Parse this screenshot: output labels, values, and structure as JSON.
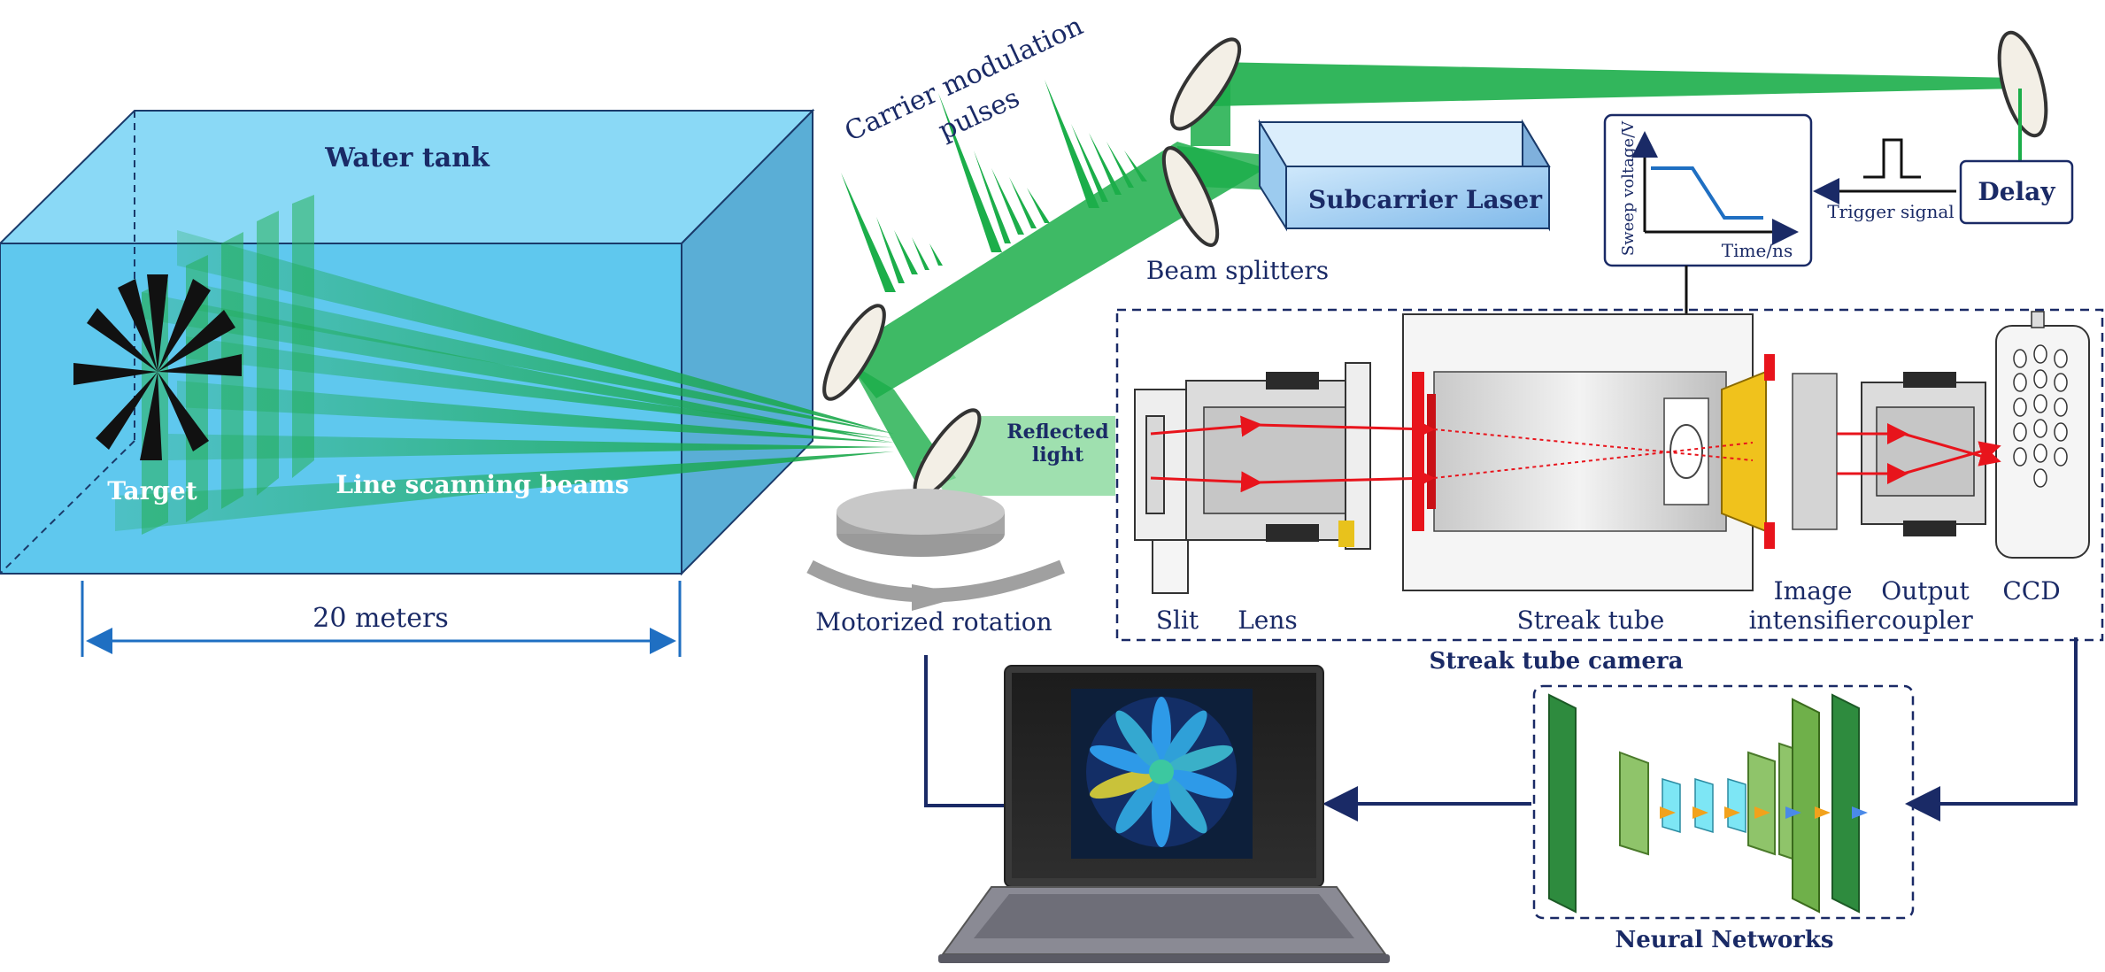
{
  "labels": {
    "water_tank": "Water tank",
    "target": "Target",
    "line_scanning_beams": "Line scanning beams",
    "distance": "20 meters",
    "carrier_line1": "Carrier modulation",
    "carrier_line2": "pulses",
    "beam_splitters": "Beam splitters",
    "subcarrier_laser": "Subcarrier Laser",
    "reflected_line1": "Reflected",
    "reflected_line2": "light",
    "motorized_rotation": "Motorized rotation",
    "sweep_ylabel": "Sweep voltage/V",
    "sweep_xlabel": "Time/ns",
    "trigger_signal": "Trigger signal",
    "delay": "Delay",
    "slit": "Slit",
    "lens": "Lens",
    "streak_tube": "Streak tube",
    "image_intensifier_line1": "Image",
    "image_intensifier_line2": "intensifier",
    "output_coupler_line1": "Output",
    "output_coupler_line2": "coupler",
    "ccd": "CCD",
    "streak_tube_camera": "Streak tube camera",
    "neural_networks": "Neural Networks"
  },
  "colors": {
    "water": "#5fc8ee",
    "beam_green": "#1db04a",
    "navy": "#1a2a66",
    "arrow_blue": "#1f6fc2",
    "laser_box": "#a9d4f5"
  }
}
